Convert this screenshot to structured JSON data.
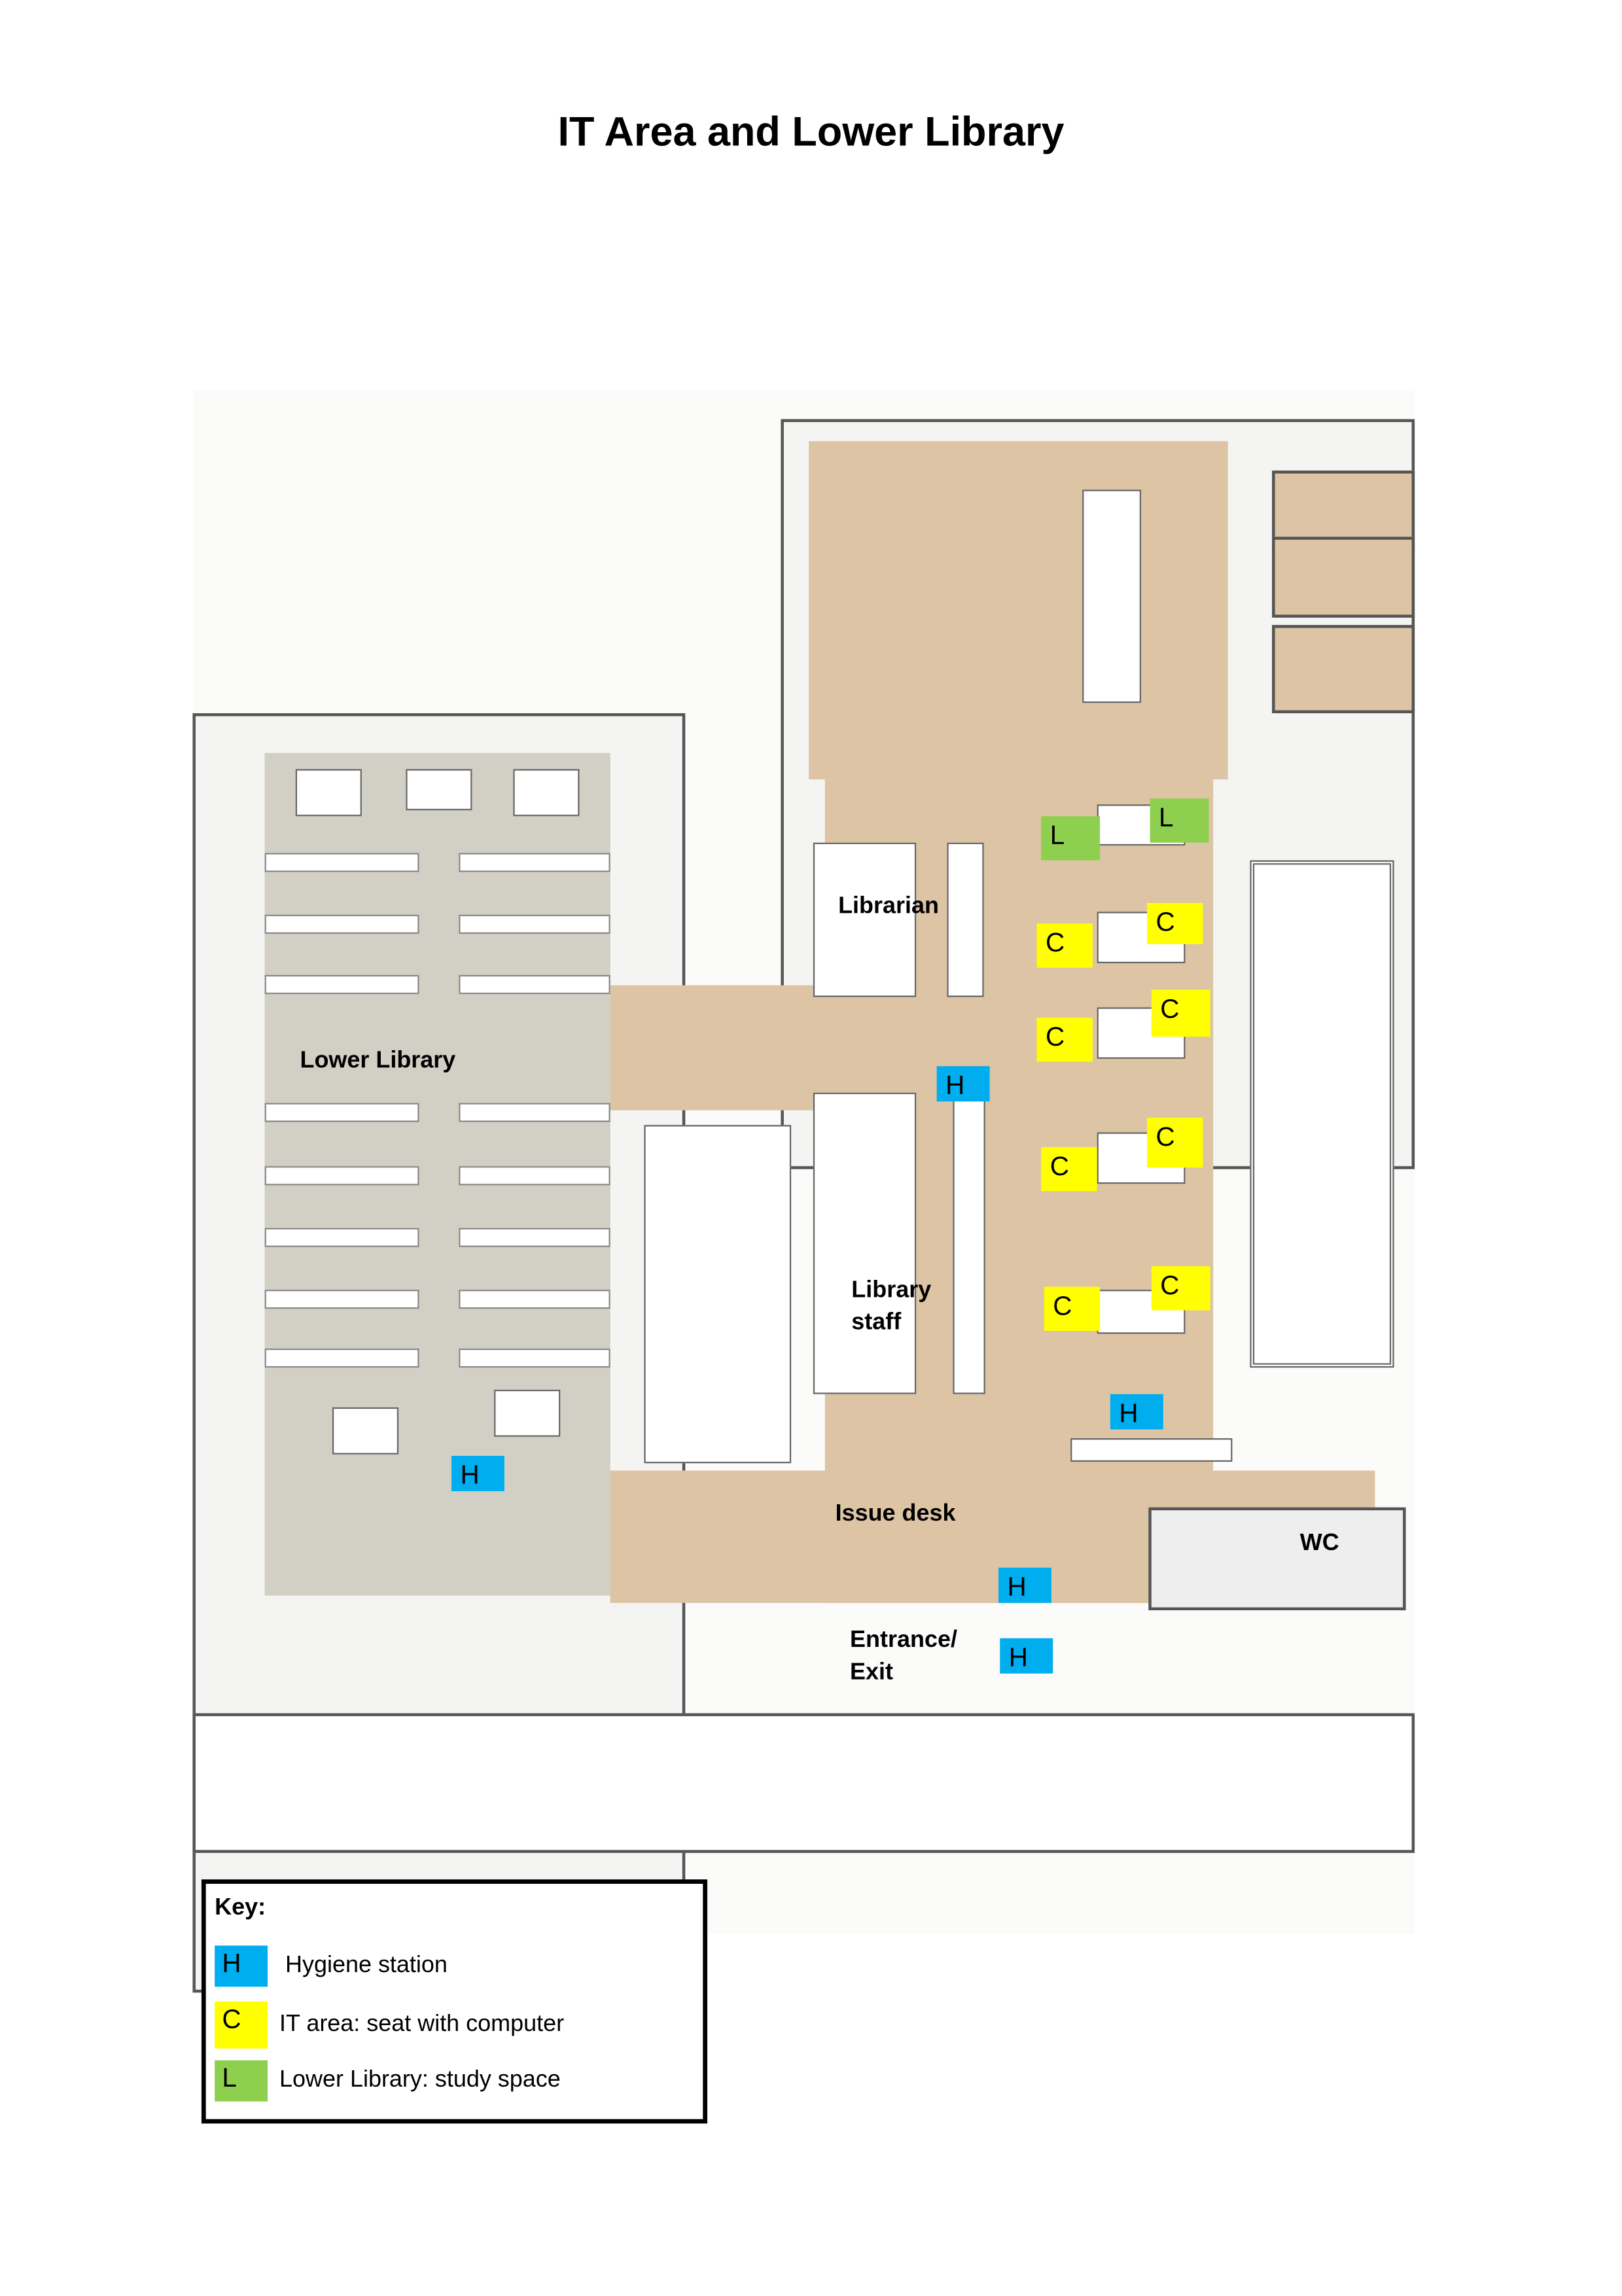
{
  "title": "IT Area and Lower Library",
  "labels": {
    "librarian": "Librarian",
    "lower_library": "Lower Library",
    "library_staff_1": "Library",
    "library_staff_2": "staff",
    "issue_desk": "Issue desk",
    "entrance_1": "Entrance/",
    "entrance_2": "Exit",
    "wc": "WC"
  },
  "markers": {
    "hygiene": "H",
    "computer": "C",
    "study": "L"
  },
  "colors": {
    "hygiene": "#00aeef",
    "computer": "#ffff00",
    "study": "#8fcf4f",
    "tan": "#dcc4a4",
    "grey": "#d2cfc5"
  },
  "key": {
    "heading": "Key:",
    "items": [
      {
        "symbol": "H",
        "label": "Hygiene station"
      },
      {
        "symbol": "C",
        "label": "IT area: seat with computer"
      },
      {
        "symbol": "L",
        "label": "Lower Library: study space"
      }
    ]
  }
}
